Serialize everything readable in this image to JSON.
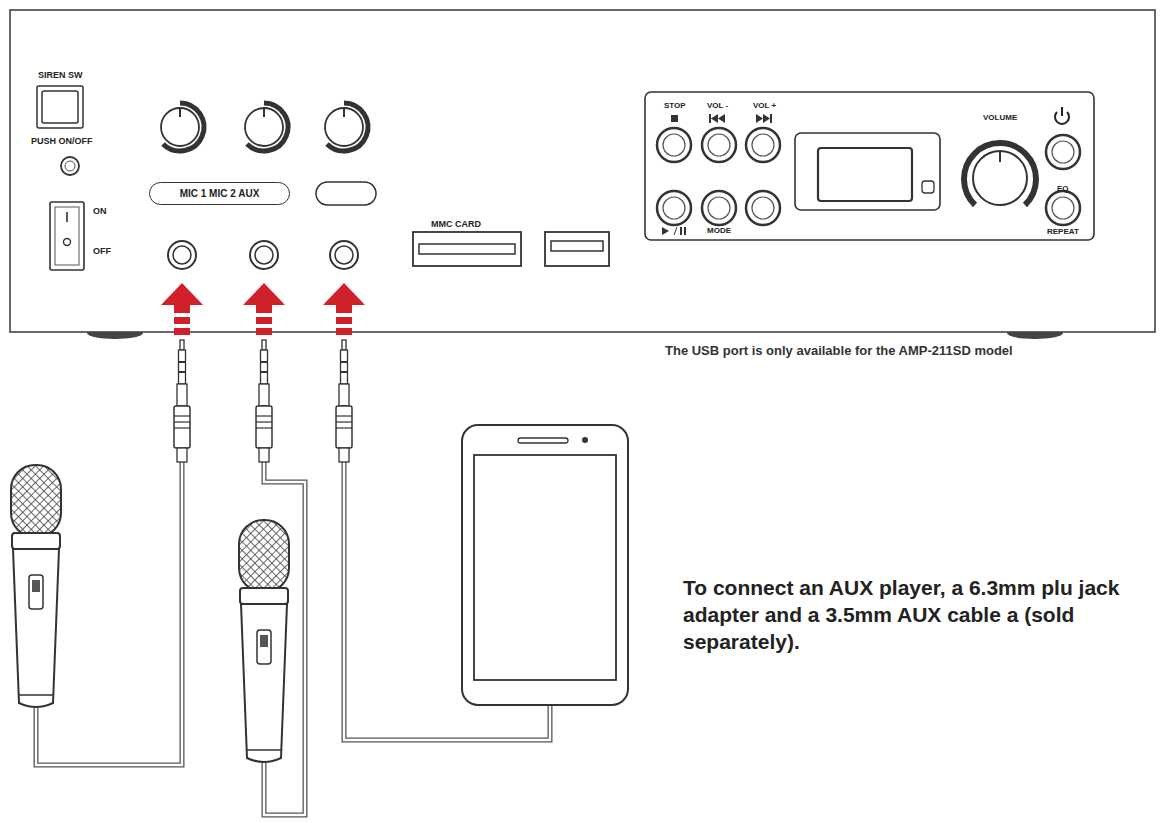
{
  "diagram": {
    "nodes": [
      {
        "text": [
          "MIC 1 MIC 2 AUX"
        ]
      }
    ],
    "labels": [
      "SIREN SW",
      "PUSH ON/OFF",
      "ON",
      "OFF",
      "MMC CARD",
      "STOP",
      "VOL -",
      "VOL +",
      "VOLUME",
      "EQ",
      "MODE",
      "REPEAT",
      "The USB port is only available for the AMP-211SD model",
      "To connect an AUX player, a 6.3mm plu jack adapter and a 3.5mm AUX cable a (sold separately)."
    ]
  }
}
